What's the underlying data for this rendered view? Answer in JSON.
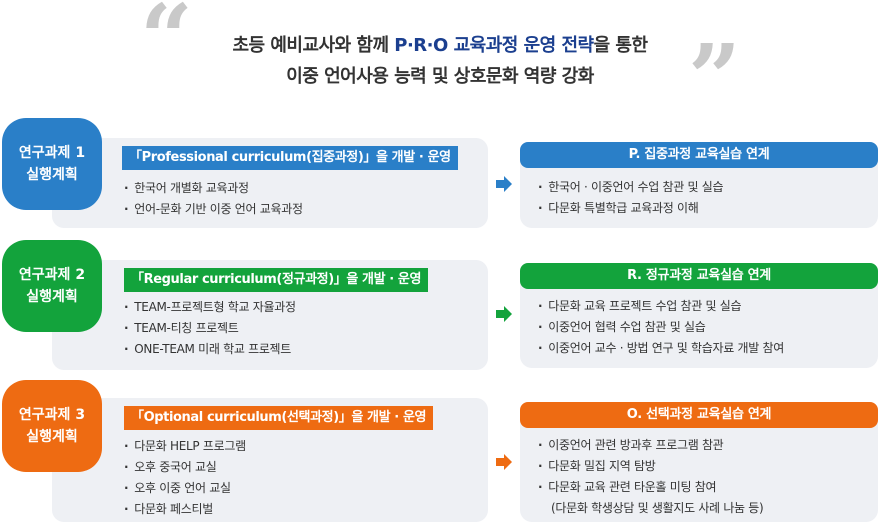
{
  "headline": {
    "line1_pre": "초등 예비교사와 함께 ",
    "line1_accent": "P·R·O 교육과정 운영 전략",
    "line1_post": "을 통한",
    "line2": "이중 언어사용 능력 및 상호문화 역량 강화"
  },
  "tasks": [
    {
      "label": "연구과제 1\n실행계획",
      "tag": "「Professional curriculum(집중과정)」을 개발 · 운영",
      "items": [
        "한국어 개별화 교육과정",
        "언어-문화 기반 이중 언어 교육과정"
      ],
      "result_title": "P.  집중과정 교육실습 연계",
      "result_items": [
        "한국어 · 이중언어 수업 참관 및 실습",
        "다문화 특별학급 교육과정 이해"
      ]
    },
    {
      "label": "연구과제 2\n실행계획",
      "tag": "「Regular curriculum(정규과정)」을 개발 · 운영",
      "items": [
        "TEAM-프로젝트형 학교 자율과정",
        "TEAM-티칭 프로젝트",
        "ONE-TEAM 미래 학교 프로젝트"
      ],
      "result_title": "R.  정규과정 교육실습 연계",
      "result_items": [
        "다문화 교육 프로젝트 수업 참관 및 실습",
        "이중언어 협력 수업 참관 및 실습",
        "이중언어 교수 · 방법 연구 및 학습자료 개발 참여"
      ]
    },
    {
      "label": "연구과제 3\n실행계획",
      "tag": "「Optional curriculum(선택과정)」을 개발 · 운영",
      "items": [
        "다문화 HELP 프로그램",
        "오후 중국어 교실",
        "오후 이중 언어 교실",
        "다문화 페스티벌"
      ],
      "result_title": "O.  선택과정 교육실습 연계",
      "result_items": [
        "이중언어 관련 방과후 프로그램 참관",
        "다문화 밀집 지역 탐방",
        "다문화 교육 관련 타운홀 미팅 참여",
        "(다문화 학생상담 및 생활지도 사례 나눔 등)"
      ]
    }
  ],
  "colors": {
    "blue": "#2a7fc8",
    "green": "#13a33c",
    "orange": "#ee6b12",
    "accent_text": "#1b3f8f",
    "panel_bg": "#eef0f4"
  }
}
